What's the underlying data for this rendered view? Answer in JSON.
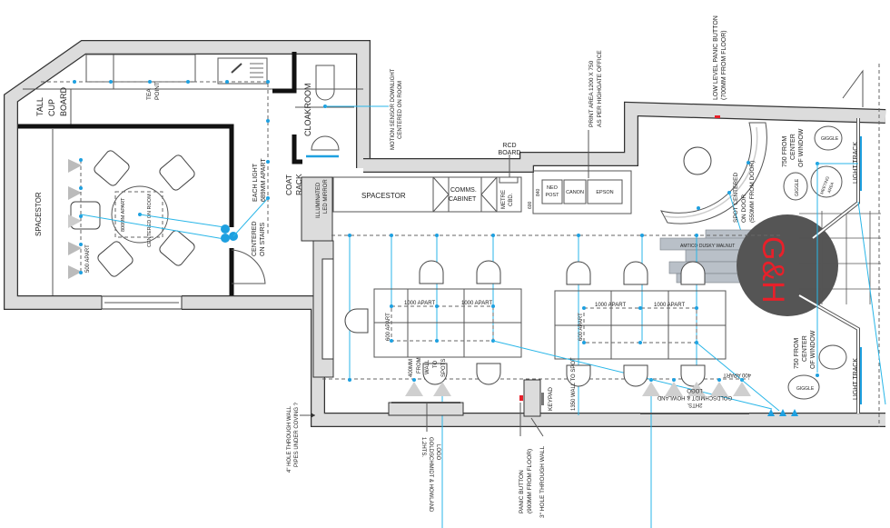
{
  "plan": {
    "labels": {
      "tall_cupboard": [
        "TALL",
        "CUP",
        "BOARD"
      ],
      "tea_point": [
        "TEA",
        "POINT"
      ],
      "cloakroom": "CLOAKROOM",
      "motion_sensor": [
        "MOTION SENSOR DOWNLIGHT",
        "CENTERED ON ROOM"
      ],
      "spacestor_left": "SPACESTOR",
      "table_800": "800MM APART",
      "centered_on_room": "CENTERED ON ROOM",
      "apart_500": "500 APART",
      "each_light": [
        "EACH LIGHT",
        "689MM APART"
      ],
      "centered_on_stairs": [
        "CENTERED",
        "ON STAIRS"
      ],
      "coat_rack": [
        "COAT",
        "RACK"
      ],
      "led_mirror": [
        "ILLUMINATED",
        "LED MIRROR"
      ],
      "spacestor_right": "SPACESTOR",
      "comms_cabinet": [
        "COMMS.",
        "CABINET"
      ],
      "rcd_board": [
        "RCD",
        "BOARD"
      ],
      "metre_cbd": [
        "METRE",
        "CBD."
      ],
      "dim_600": "600",
      "dim_840": "840",
      "neo_post": [
        "NEO",
        "POST"
      ],
      "canon": "CANON",
      "epson": "EPSON",
      "print_area": [
        "PRINT AREA 1200 X 750",
        "AS PER HIGHGATE OFFICE"
      ],
      "low_panic": [
        "LOW LEVEL PANIC BUTTON",
        "(700MM FROM FLOOR)"
      ],
      "spot_door": [
        "SPOT CENTERED",
        "ON DOOR",
        "(550MM FROM DOOR)"
      ],
      "flooring": "AMTICO DUSKY WALNUT",
      "window_750_top": [
        "750 FROM",
        "CENTER",
        "OF WINDOW"
      ],
      "window_750_bottom": [
        "750 FROM",
        "CENTER",
        "OF WINDOW"
      ],
      "light_track_top": "LIGHT TRACK",
      "light_track_bottom": "LIGHT TRACK",
      "giggle": "GIGGLE",
      "meeting_area": [
        "MEETING",
        "AREA"
      ],
      "apart_1000": "1000 APART",
      "apart_600": "600 APART",
      "from_wall": [
        "400MM",
        "FROM",
        "WALL",
        "TO",
        "SPOTS"
      ],
      "wall_to_spot": "1350 WALL TO SPOT",
      "apart_400": "400 APART",
      "keypad": "KEYPAD",
      "hole_4": [
        "4\" HOLE THROUGH WALL",
        "PIPES UNDER COVING ?"
      ],
      "logo_left": [
        "1.2HTS.",
        "GOLDSCHMIDT & HOWLAND",
        "LOGO"
      ],
      "logo_right": [
        "2HTS.",
        "GOLDSCHMIDT & HOWLAND",
        "LOGO"
      ],
      "panic_button": [
        "PANIC BUTTON",
        "(900MM FROM FLOOR)"
      ],
      "hole_3": "3\" HOLE THROUGH WALL",
      "brand_mark": "G&H"
    },
    "colors": {
      "wall": "#dcdcdc",
      "light": "#1ea0e0",
      "panic": "#e8202a",
      "logo_disc": "#555555",
      "brand": "#e8202a"
    }
  }
}
